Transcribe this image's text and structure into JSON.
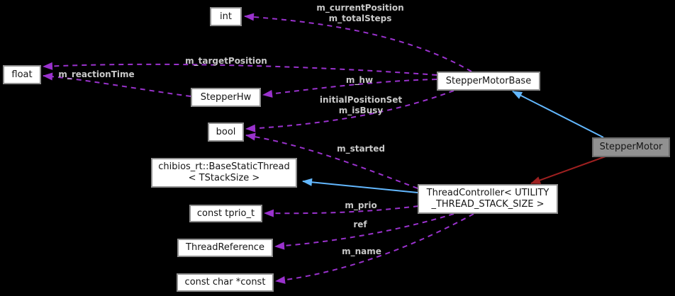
{
  "diagram": {
    "kind": "collaboration-graph",
    "focus_node": "StepperMotor"
  },
  "nodes": {
    "int": {
      "label": "int"
    },
    "float": {
      "label": "float"
    },
    "stepper_hw": {
      "label": "StepperHw"
    },
    "bool": {
      "label": "bool"
    },
    "stepper_motor_base": {
      "label": "StepperMotorBase"
    },
    "stepper_motor": {
      "label": "StepperMotor"
    },
    "base_static_thread": {
      "line1": "chibios_rt::BaseStaticThread",
      "line2": "< TStackSize >"
    },
    "thread_controller": {
      "line1": "ThreadController< UTILITY",
      "line2": "_THREAD_STACK_SIZE >"
    },
    "const_tprio_t": {
      "label": "const tprio_t"
    },
    "thread_reference": {
      "label": "ThreadReference"
    },
    "const_char_const": {
      "label": "const char *const"
    }
  },
  "edge_labels": {
    "current_position": {
      "line1": "m_currentPosition",
      "line2": "m_totalSteps"
    },
    "target_position": "m_targetPosition",
    "reaction_time": "m_reactionTime",
    "hw": "m_hw",
    "initial_position": {
      "line1": "initialPositionSet",
      "line2": "m_isBusy"
    },
    "started": "m_started",
    "prio": "m_prio",
    "ref": "ref",
    "name": "m_name"
  },
  "edges": [
    {
      "from": "StepperMotorBase",
      "to": "int",
      "style": "dashed-usage",
      "label": "m_currentPosition m_totalSteps"
    },
    {
      "from": "StepperMotorBase",
      "to": "float",
      "style": "dashed-usage",
      "label": "m_targetPosition"
    },
    {
      "from": "StepperMotorBase",
      "to": "StepperHw",
      "style": "dashed-usage",
      "label": "m_hw"
    },
    {
      "from": "StepperMotorBase",
      "to": "bool",
      "style": "dashed-usage",
      "label": "initialPositionSet m_isBusy"
    },
    {
      "from": "StepperHw",
      "to": "float",
      "style": "dashed-usage",
      "label": "m_reactionTime"
    },
    {
      "from": "StepperMotor",
      "to": "StepperMotorBase",
      "style": "solid-inheritance",
      "label": ""
    },
    {
      "from": "StepperMotor",
      "to": "ThreadController< UTILITY _THREAD_STACK_SIZE >",
      "style": "solid-private-inheritance",
      "label": ""
    },
    {
      "from": "ThreadController< UTILITY _THREAD_STACK_SIZE >",
      "to": "chibios_rt::BaseStaticThread< TStackSize >",
      "style": "solid-inheritance",
      "label": ""
    },
    {
      "from": "ThreadController< UTILITY _THREAD_STACK_SIZE >",
      "to": "bool",
      "style": "dashed-usage",
      "label": "m_started"
    },
    {
      "from": "ThreadController< UTILITY _THREAD_STACK_SIZE >",
      "to": "const tprio_t",
      "style": "dashed-usage",
      "label": "m_prio"
    },
    {
      "from": "ThreadController< UTILITY _THREAD_STACK_SIZE >",
      "to": "ThreadReference",
      "style": "dashed-usage",
      "label": "ref"
    },
    {
      "from": "ThreadController< UTILITY _THREAD_STACK_SIZE >",
      "to": "const char *const",
      "style": "dashed-usage",
      "label": "m_name"
    }
  ],
  "colors": {
    "background": "#000000",
    "usage_edge": "#9a32cd",
    "inheritance_edge": "#63b8ff",
    "private_inheritance_edge": "#9e2020",
    "node_fill": "#ffffff",
    "node_border": "#8f8f8f",
    "focus_node_fill": "#919191",
    "focus_node_border": "#6b6b6b",
    "node_text": "#161616",
    "edge_label_text": "#c9c9c9"
  }
}
